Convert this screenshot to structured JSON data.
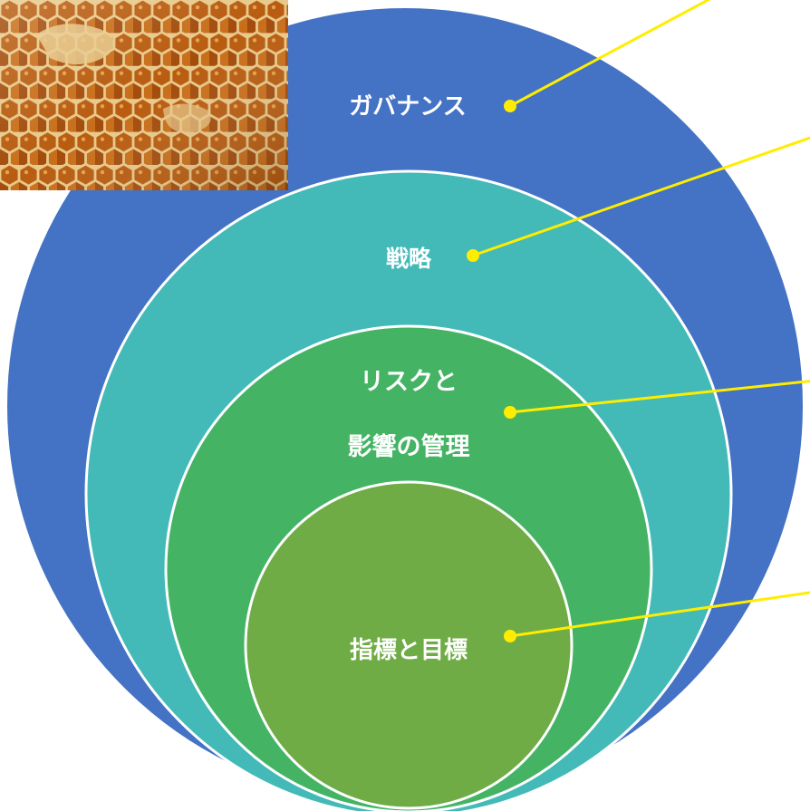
{
  "diagram": {
    "rings": [
      {
        "label": "ガバナンス",
        "color": "#4472C4"
      },
      {
        "label": "戦略",
        "color": "#43BAB8"
      },
      {
        "label_lines": [
          "リスクと",
          "影響の管理"
        ],
        "color": "#44B464"
      },
      {
        "label": "指標と目標",
        "color": "#6FAC46"
      }
    ],
    "ring_outline_color": "#ffffff",
    "leader_color": "#FFED00",
    "photo": {
      "subject": "honeycomb",
      "icon": "honeycomb-photo",
      "cell_colors": [
        "#9E4A0B",
        "#C36A16",
        "#D98A2A"
      ],
      "wax_color": "#E8C98A"
    }
  }
}
